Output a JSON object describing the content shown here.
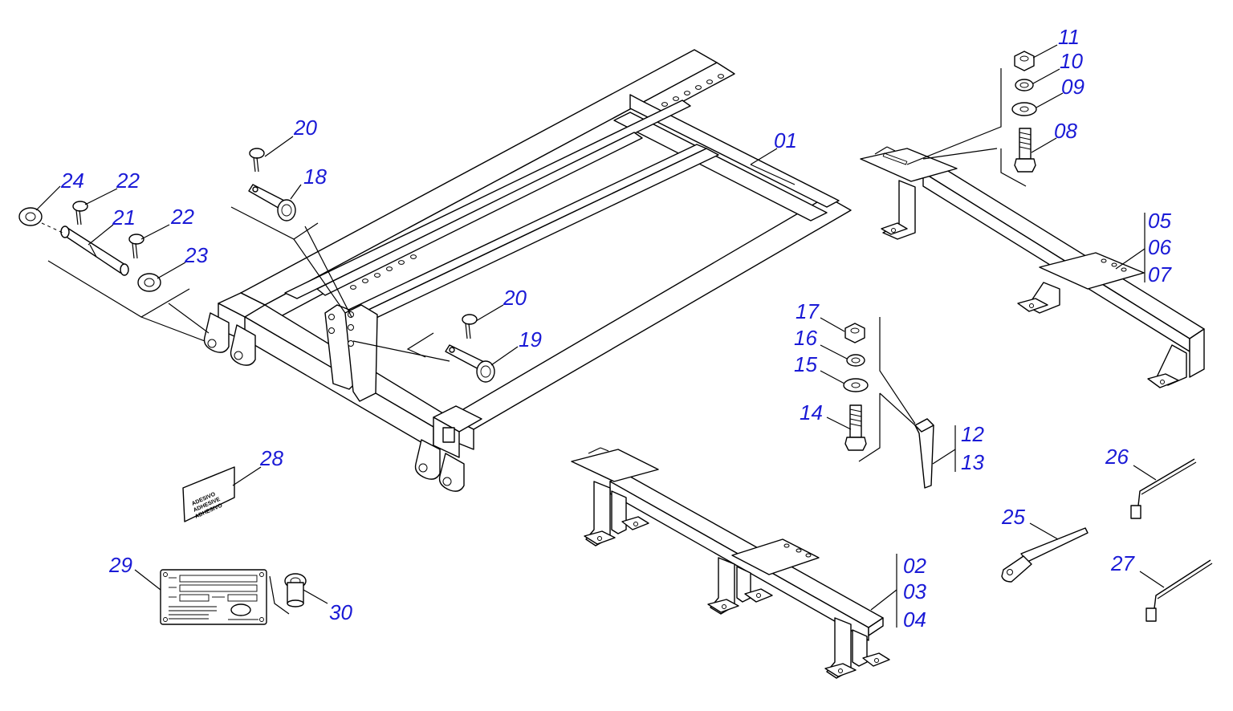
{
  "diagram": {
    "labels": {
      "p01": "01",
      "p02": "02",
      "p03": "03",
      "p04": "04",
      "p05": "05",
      "p06": "06",
      "p07": "07",
      "p08": "08",
      "p09": "09",
      "p10": "10",
      "p11": "11",
      "p12": "12",
      "p13": "13",
      "p14": "14",
      "p15": "15",
      "p16": "16",
      "p17": "17",
      "p18": "18",
      "p19": "19",
      "p20a": "20",
      "p20b": "20",
      "p21": "21",
      "p22a": "22",
      "p22b": "22",
      "p23": "23",
      "p24": "24",
      "p25": "25",
      "p26": "26",
      "p27": "27",
      "p28": "28",
      "p29": "29",
      "p30": "30"
    },
    "sticker_lines": [
      "ADESIVO",
      "ADHESIVE",
      "ADHESIVO"
    ],
    "label_color": "#1a1ad6"
  }
}
